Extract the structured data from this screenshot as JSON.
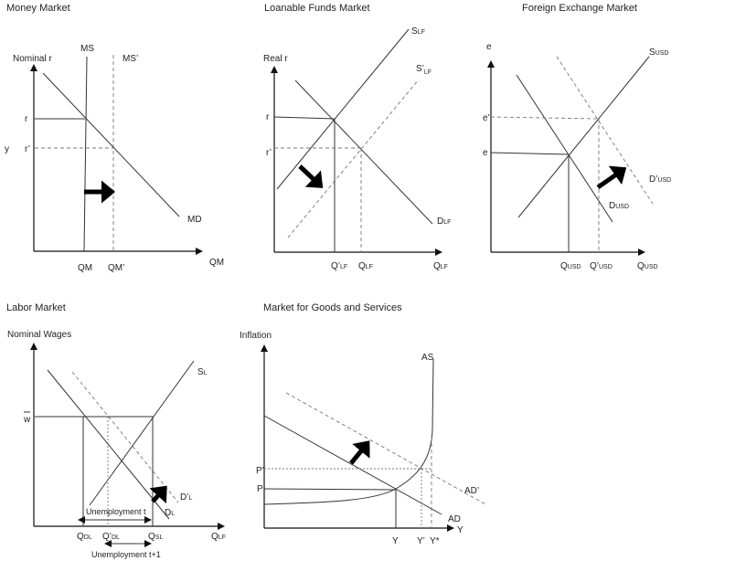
{
  "money_market": {
    "title": "Money Market",
    "y_axis": "Nominal r",
    "x_axis": "QM",
    "ms": "MS",
    "ms_prime": "MS’",
    "md": "MD",
    "r": "r",
    "r_prime": "r’",
    "y_label": "y",
    "qm": "QM",
    "qm_prime": "QM’"
  },
  "loanable_funds": {
    "title": "Loanable Funds Market",
    "y_axis": "Real r",
    "s": {
      "main": "S",
      "sub": "LF"
    },
    "s_prime": {
      "main": "S’",
      "sub": "LF"
    },
    "d": {
      "main": "D",
      "sub": "LF"
    },
    "r": "r",
    "r_prime": "r’",
    "q_prime": {
      "main": "Q’",
      "sub": "LF"
    },
    "q": {
      "main": "Q",
      "sub": "LF"
    },
    "x_axis": {
      "main": "Q",
      "sub": "LF"
    }
  },
  "forex": {
    "title": "Foreign Exchange Market",
    "y_axis": "e",
    "s": {
      "main": "S",
      "sub": "USD"
    },
    "d": {
      "main": "D",
      "sub": "USD"
    },
    "d_prime": {
      "main": "D’",
      "sub": "USD"
    },
    "e_prime": "e’",
    "e": "e",
    "q": {
      "main": "Q",
      "sub": "USD"
    },
    "q_prime": {
      "main": "Q’",
      "sub": "USD"
    },
    "x_axis": {
      "main": "Q",
      "sub": "USD"
    }
  },
  "labor": {
    "title": "Labor Market",
    "y_axis": "Nominal Wages",
    "w": "w",
    "s": {
      "main": "S",
      "sub": "L"
    },
    "d": {
      "main": "D",
      "sub": "L"
    },
    "d_prime": {
      "main": "D’",
      "sub": "L"
    },
    "unemp_t": "Unemployment t",
    "unemp_t1": "Unemployment t+1",
    "q_dl": {
      "main": "Q",
      "sub": "DL"
    },
    "q_dl_prime": {
      "main": "Q’",
      "sub": "DL"
    },
    "q_sl": {
      "main": "Q",
      "sub": "SL"
    },
    "x_axis": {
      "main": "Q",
      "sub": "LF"
    }
  },
  "goods": {
    "title": "Market for Goods and Services",
    "y_axis": "Inflation",
    "x_axis": "Y",
    "as": "AS",
    "ad": "AD",
    "ad_prime": "AD’",
    "p_prime": "P’",
    "p": "P",
    "y": "Y",
    "y_prime": "Y’",
    "y_star": "Y*"
  }
}
